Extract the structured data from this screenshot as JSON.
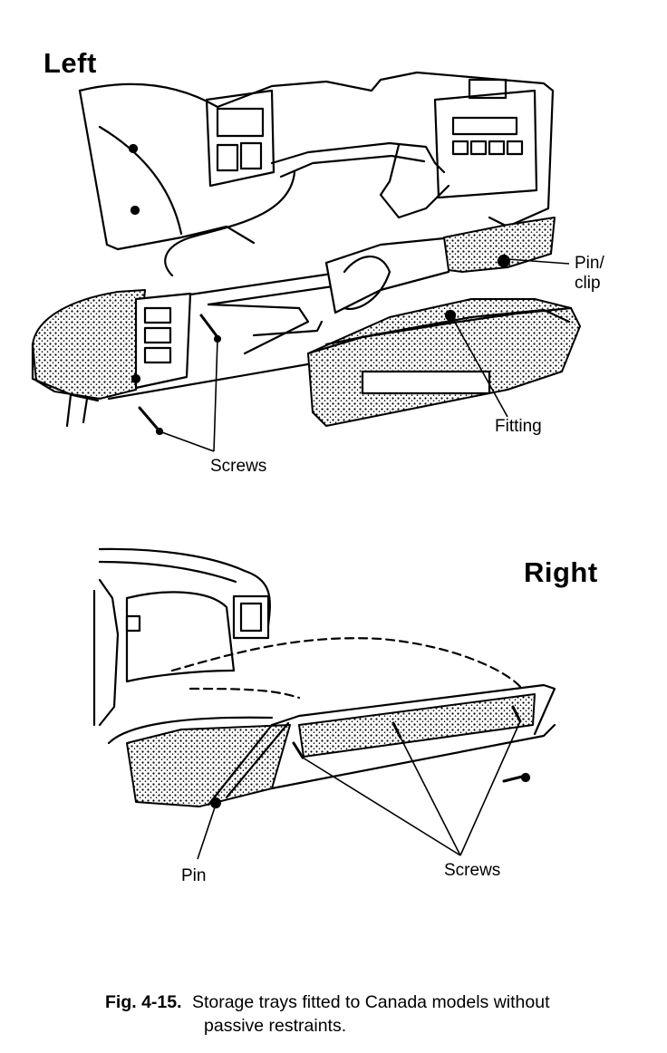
{
  "figure": {
    "top_heading": "Left",
    "bottom_heading": "Right",
    "labels": {
      "pin_clip_line1": "Pin/",
      "pin_clip_line2": "clip",
      "fitting": "Fitting",
      "screws_top": "Screws",
      "pin": "Pin",
      "screws_bottom": "Screws"
    },
    "caption": {
      "number": "Fig. 4-15.",
      "text_line1": "Storage trays fitted to Canada models without",
      "text_line2": "passive restraints."
    }
  }
}
